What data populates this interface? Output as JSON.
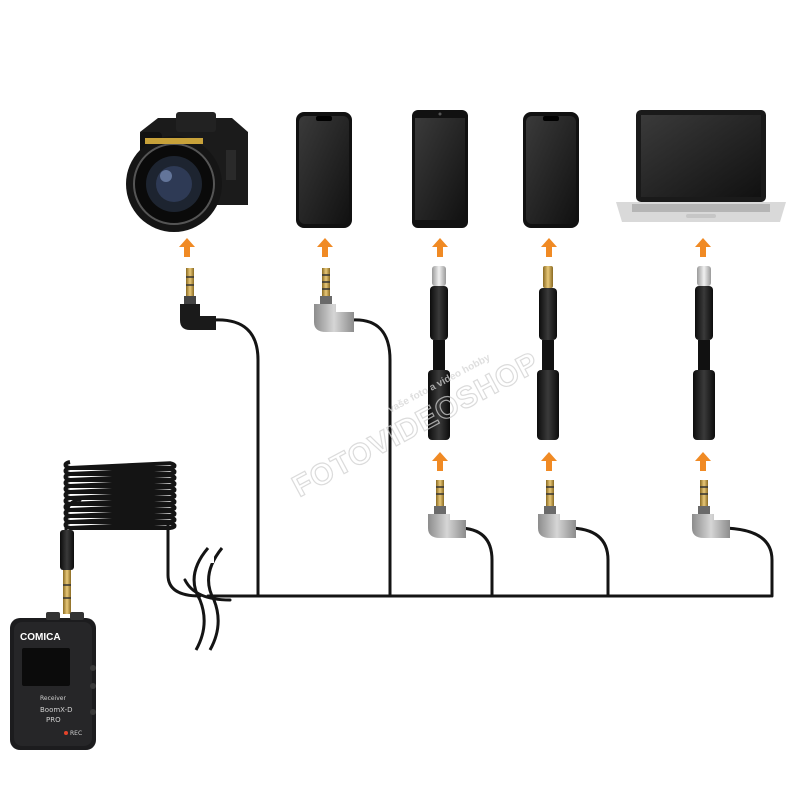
{
  "receiver": {
    "brand": "COMICA",
    "screen_label": "Receiver",
    "model_line1": "BoomX-D",
    "model_line2": "PRO",
    "rec_label": "REC"
  },
  "watermark": {
    "text": "FOTOVIDEOSHOP",
    "tagline": "vaše foto a video hobby"
  },
  "devices": [
    {
      "name": "dslr-camera",
      "connector": "3.5mm TRS"
    },
    {
      "name": "smartphone-3.5mm",
      "connector": "3.5mm TRRS"
    },
    {
      "name": "android-phone",
      "connector": "USB-C"
    },
    {
      "name": "iphone",
      "connector": "Lightning"
    },
    {
      "name": "laptop",
      "connector": "USB-C"
    }
  ],
  "colors": {
    "arrow": "#f08a24",
    "cable": "#141414",
    "adapter": "#1a1a1a",
    "plug_gray": "#a8a8a8",
    "gold": "#c9a34a",
    "watermark": "#d8d8d8"
  }
}
